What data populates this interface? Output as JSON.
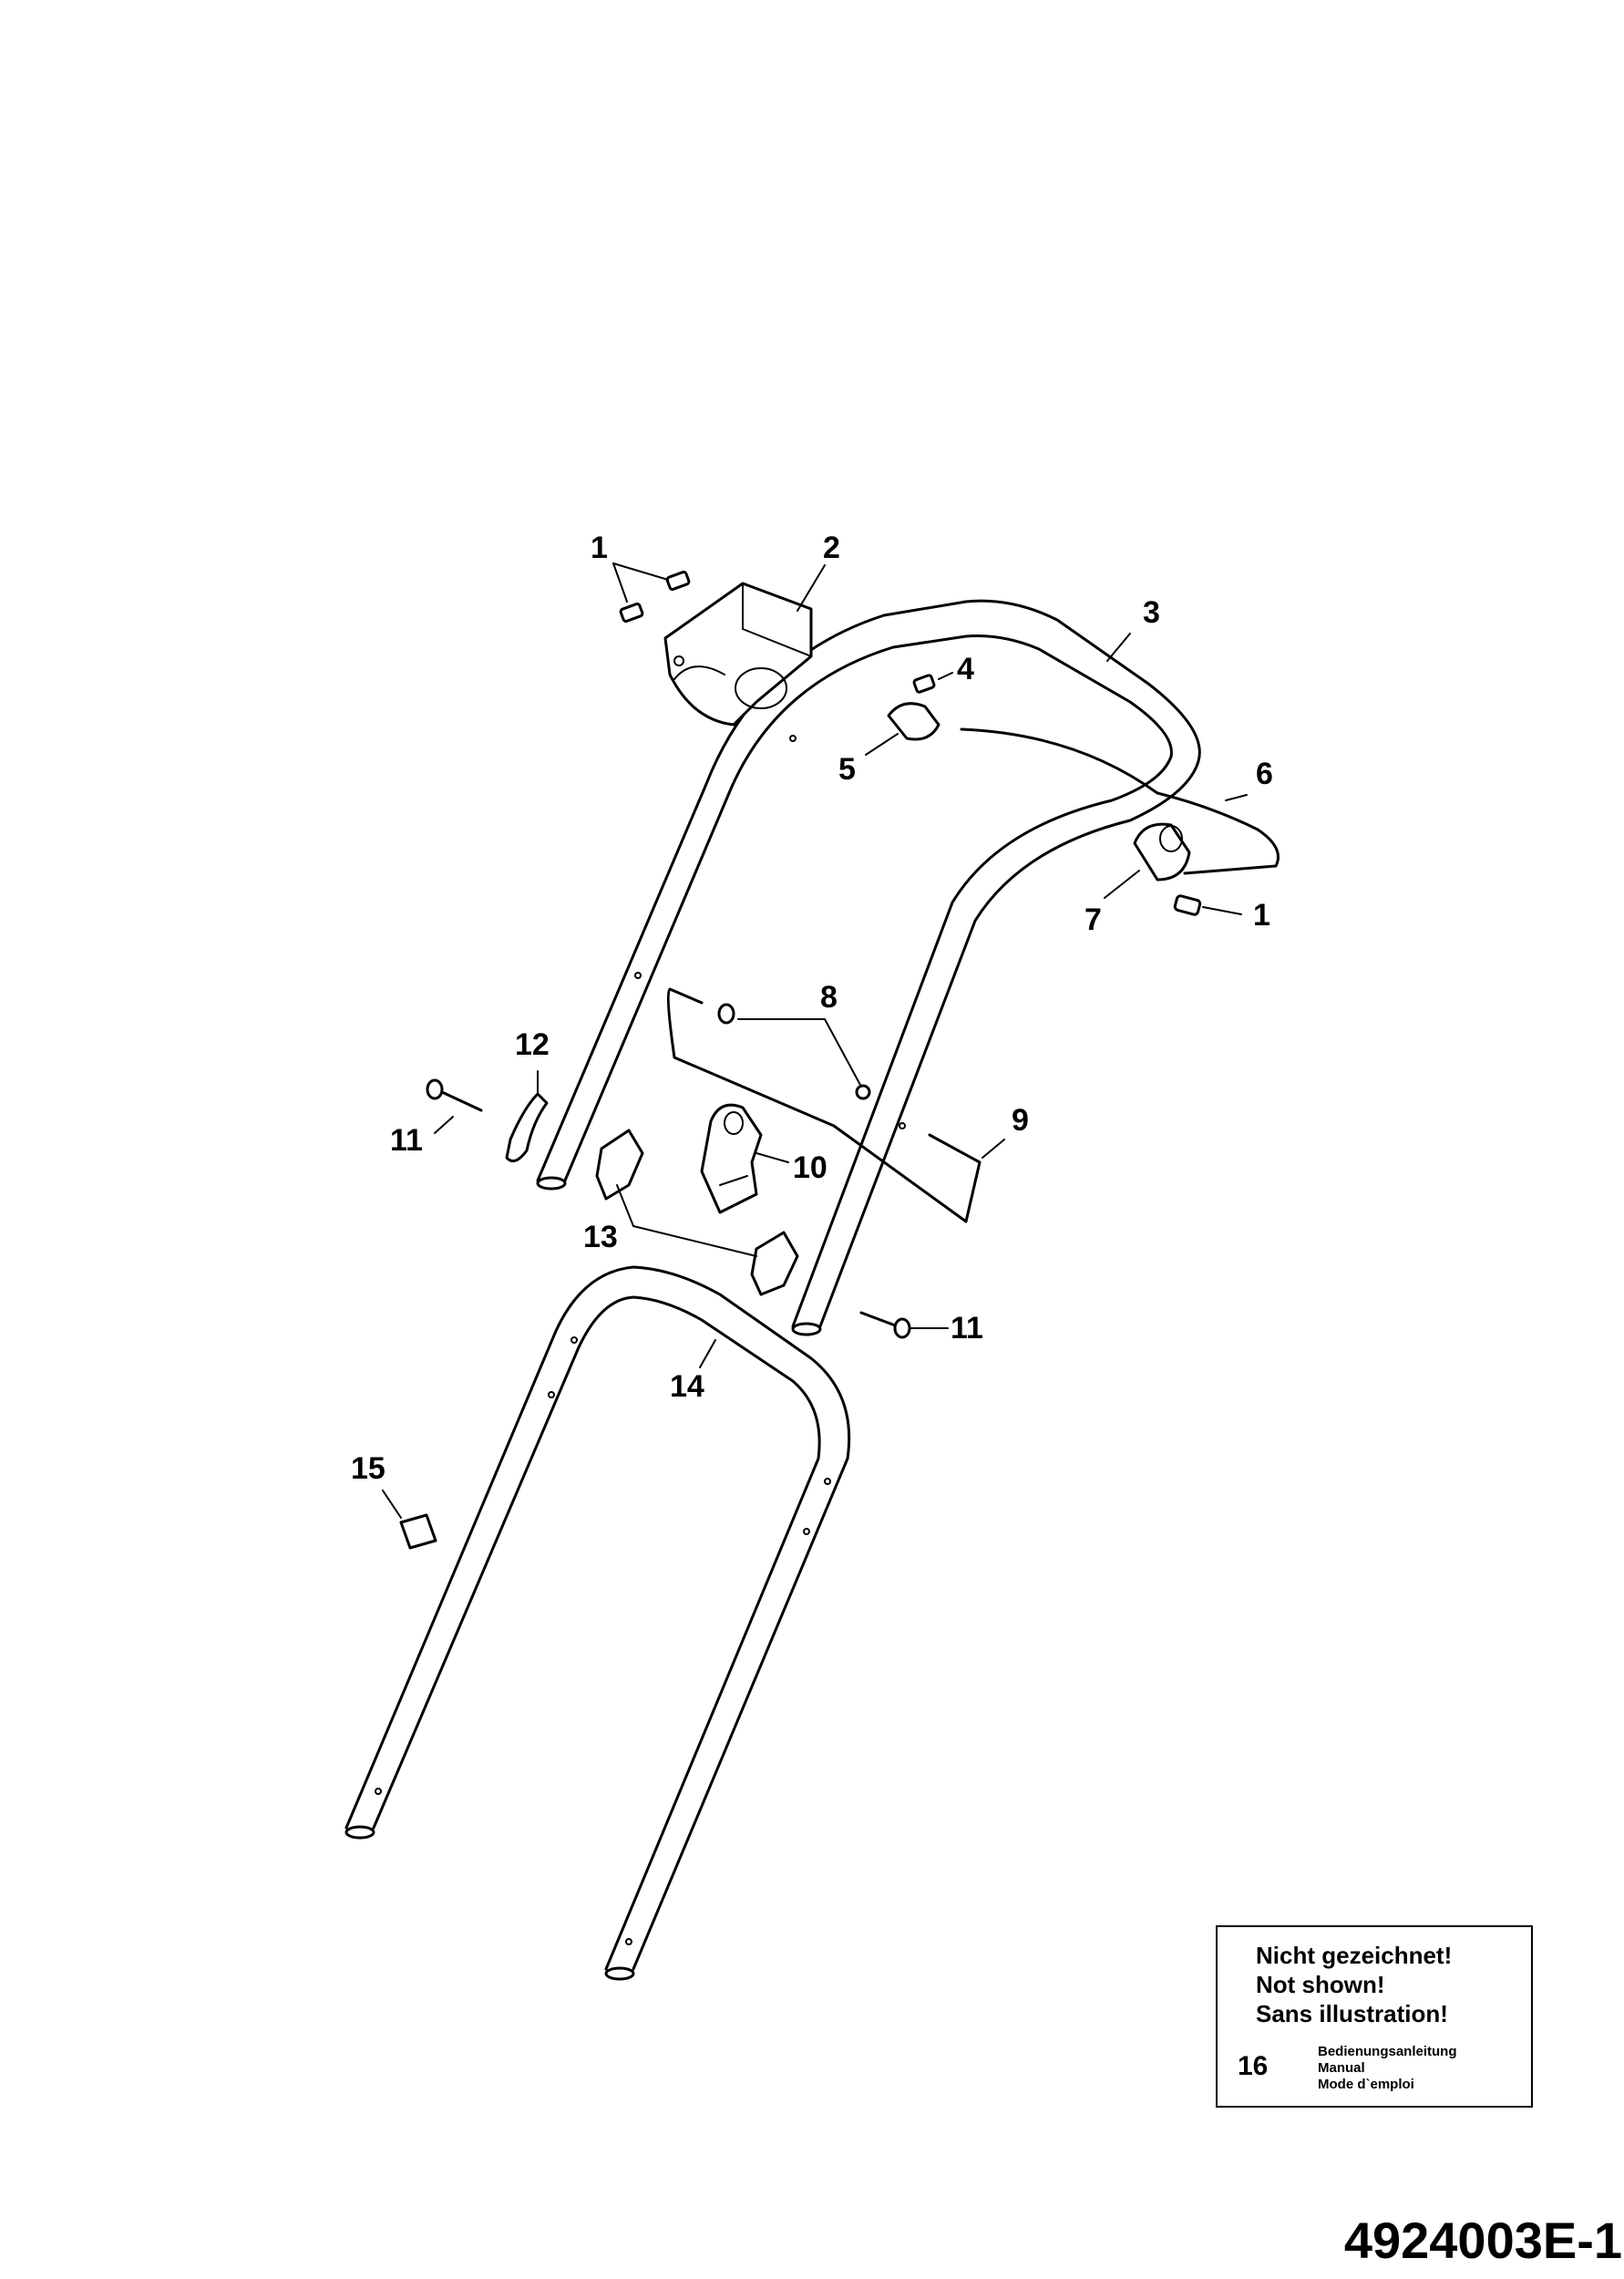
{
  "callouts": [
    {
      "id": "c1a",
      "text": "1"
    },
    {
      "id": "c2",
      "text": "2"
    },
    {
      "id": "c3",
      "text": "3"
    },
    {
      "id": "c4",
      "text": "4"
    },
    {
      "id": "c5",
      "text": "5"
    },
    {
      "id": "c6",
      "text": "6"
    },
    {
      "id": "c7",
      "text": "7"
    },
    {
      "id": "c1b",
      "text": "1"
    },
    {
      "id": "c8",
      "text": "8"
    },
    {
      "id": "c12",
      "text": "12"
    },
    {
      "id": "c9",
      "text": "9"
    },
    {
      "id": "c11a",
      "text": "11"
    },
    {
      "id": "c10",
      "text": "10"
    },
    {
      "id": "c13",
      "text": "13"
    },
    {
      "id": "c11b",
      "text": "11"
    },
    {
      "id": "c14",
      "text": "14"
    },
    {
      "id": "c15",
      "text": "15"
    }
  ],
  "note": {
    "line1": "Nicht gezeichnet!",
    "line2": "Not shown!",
    "line3": "Sans illustration!",
    "item_number": "16",
    "item_de": "Bedienungsanleitung",
    "item_en": "Manual",
    "item_fr": "Mode d`emploi"
  },
  "document_code": "4924003E-1"
}
